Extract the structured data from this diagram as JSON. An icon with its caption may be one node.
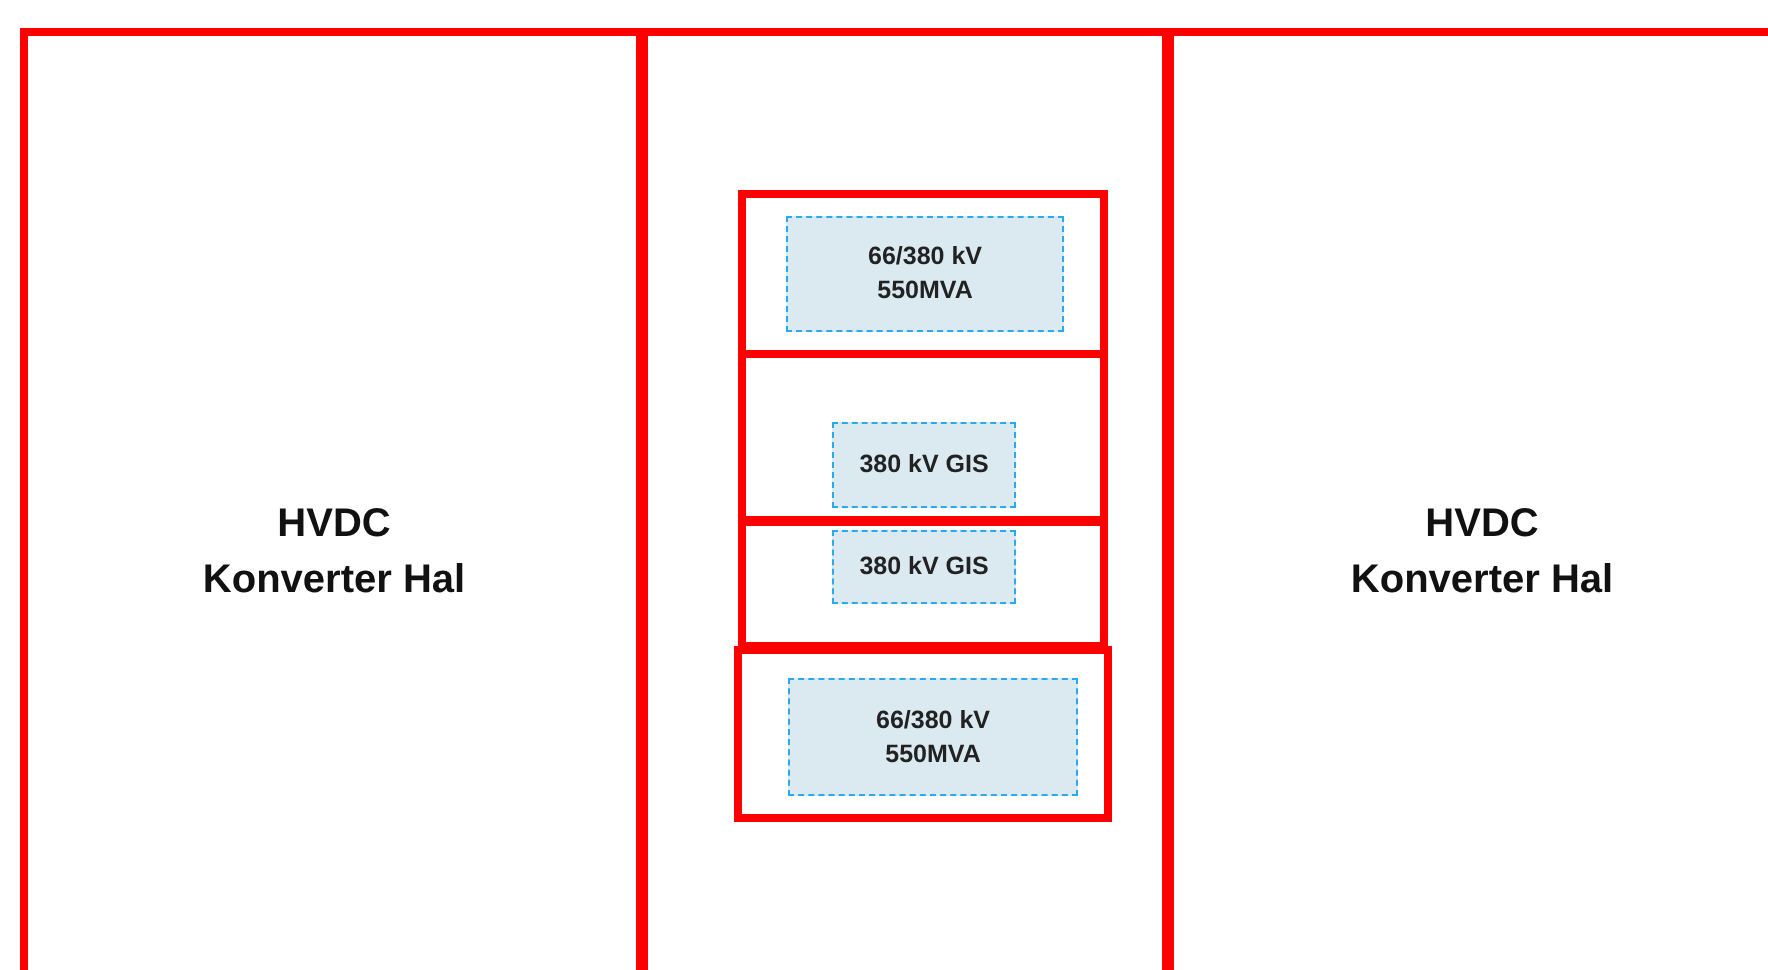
{
  "diagram": {
    "nodes": [
      {
        "text": [
          "HVDC Konverter Hal"
        ]
      },
      {
        "text": [],
        "shape": "box"
      },
      {
        "text": [],
        "shape": "box",
        "in": 1
      },
      {
        "text": [
          "66/380 kV 550MVA"
        ],
        "in": 2
      },
      {
        "text": [],
        "shape": "box",
        "in": 1
      },
      {
        "text": [
          "380 kV GIS"
        ],
        "in": 4
      },
      {
        "text": [],
        "shape": "box",
        "in": 1
      },
      {
        "text": [
          "380 kV GIS"
        ],
        "in": 6
      },
      {
        "text": [],
        "shape": "box",
        "in": 1
      },
      {
        "text": [
          "66/380 kV 550MVA"
        ],
        "in": 8
      },
      {
        "text": [
          "HVDC Konverter Hal"
        ]
      }
    ]
  }
}
